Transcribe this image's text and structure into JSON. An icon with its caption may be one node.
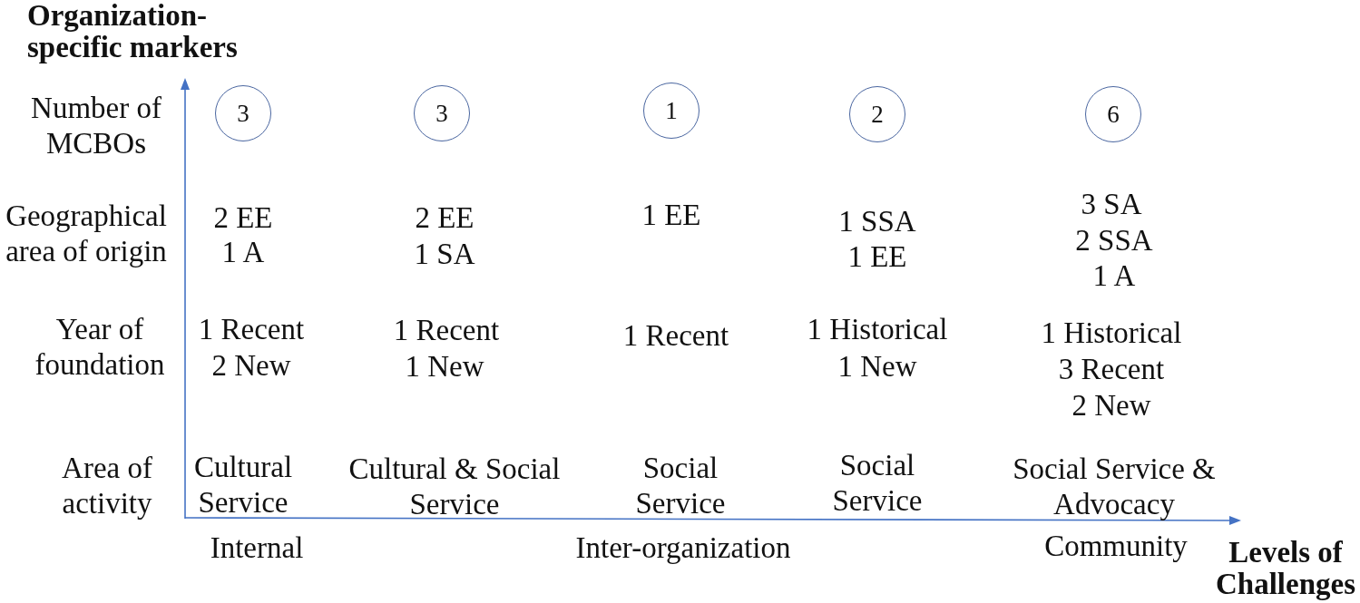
{
  "diagram": {
    "nodes": [
      {
        "text": [
          "3"
        ]
      },
      {
        "text": [
          "3"
        ]
      },
      {
        "text": [
          "1"
        ]
      },
      {
        "text": [
          "2"
        ]
      },
      {
        "text": [
          "6"
        ]
      }
    ],
    "labels": [
      "Organization-specific markers",
      "Number of MCBOs",
      "Geographical area of origin",
      "2 EE",
      "1 A",
      "2 EE",
      "1 SA",
      "1 EE",
      "1 SSA",
      "1 EE",
      "3 SA",
      "2 SSA",
      "1 A",
      "Year of foundation",
      "1 Recent",
      "2 New",
      "1 Recent",
      "1 New",
      "1 Recent",
      "1 Historical",
      "1 New",
      "1 Historical",
      "3 Recent",
      "2 New",
      "Area of activity",
      "Cultural Service",
      "Cultural & Social Service",
      "Social Service",
      "Social Service",
      "Social Service & Advocacy",
      "Internal",
      "Inter-organization",
      "Community",
      "Levels of Challenges"
    ]
  }
}
